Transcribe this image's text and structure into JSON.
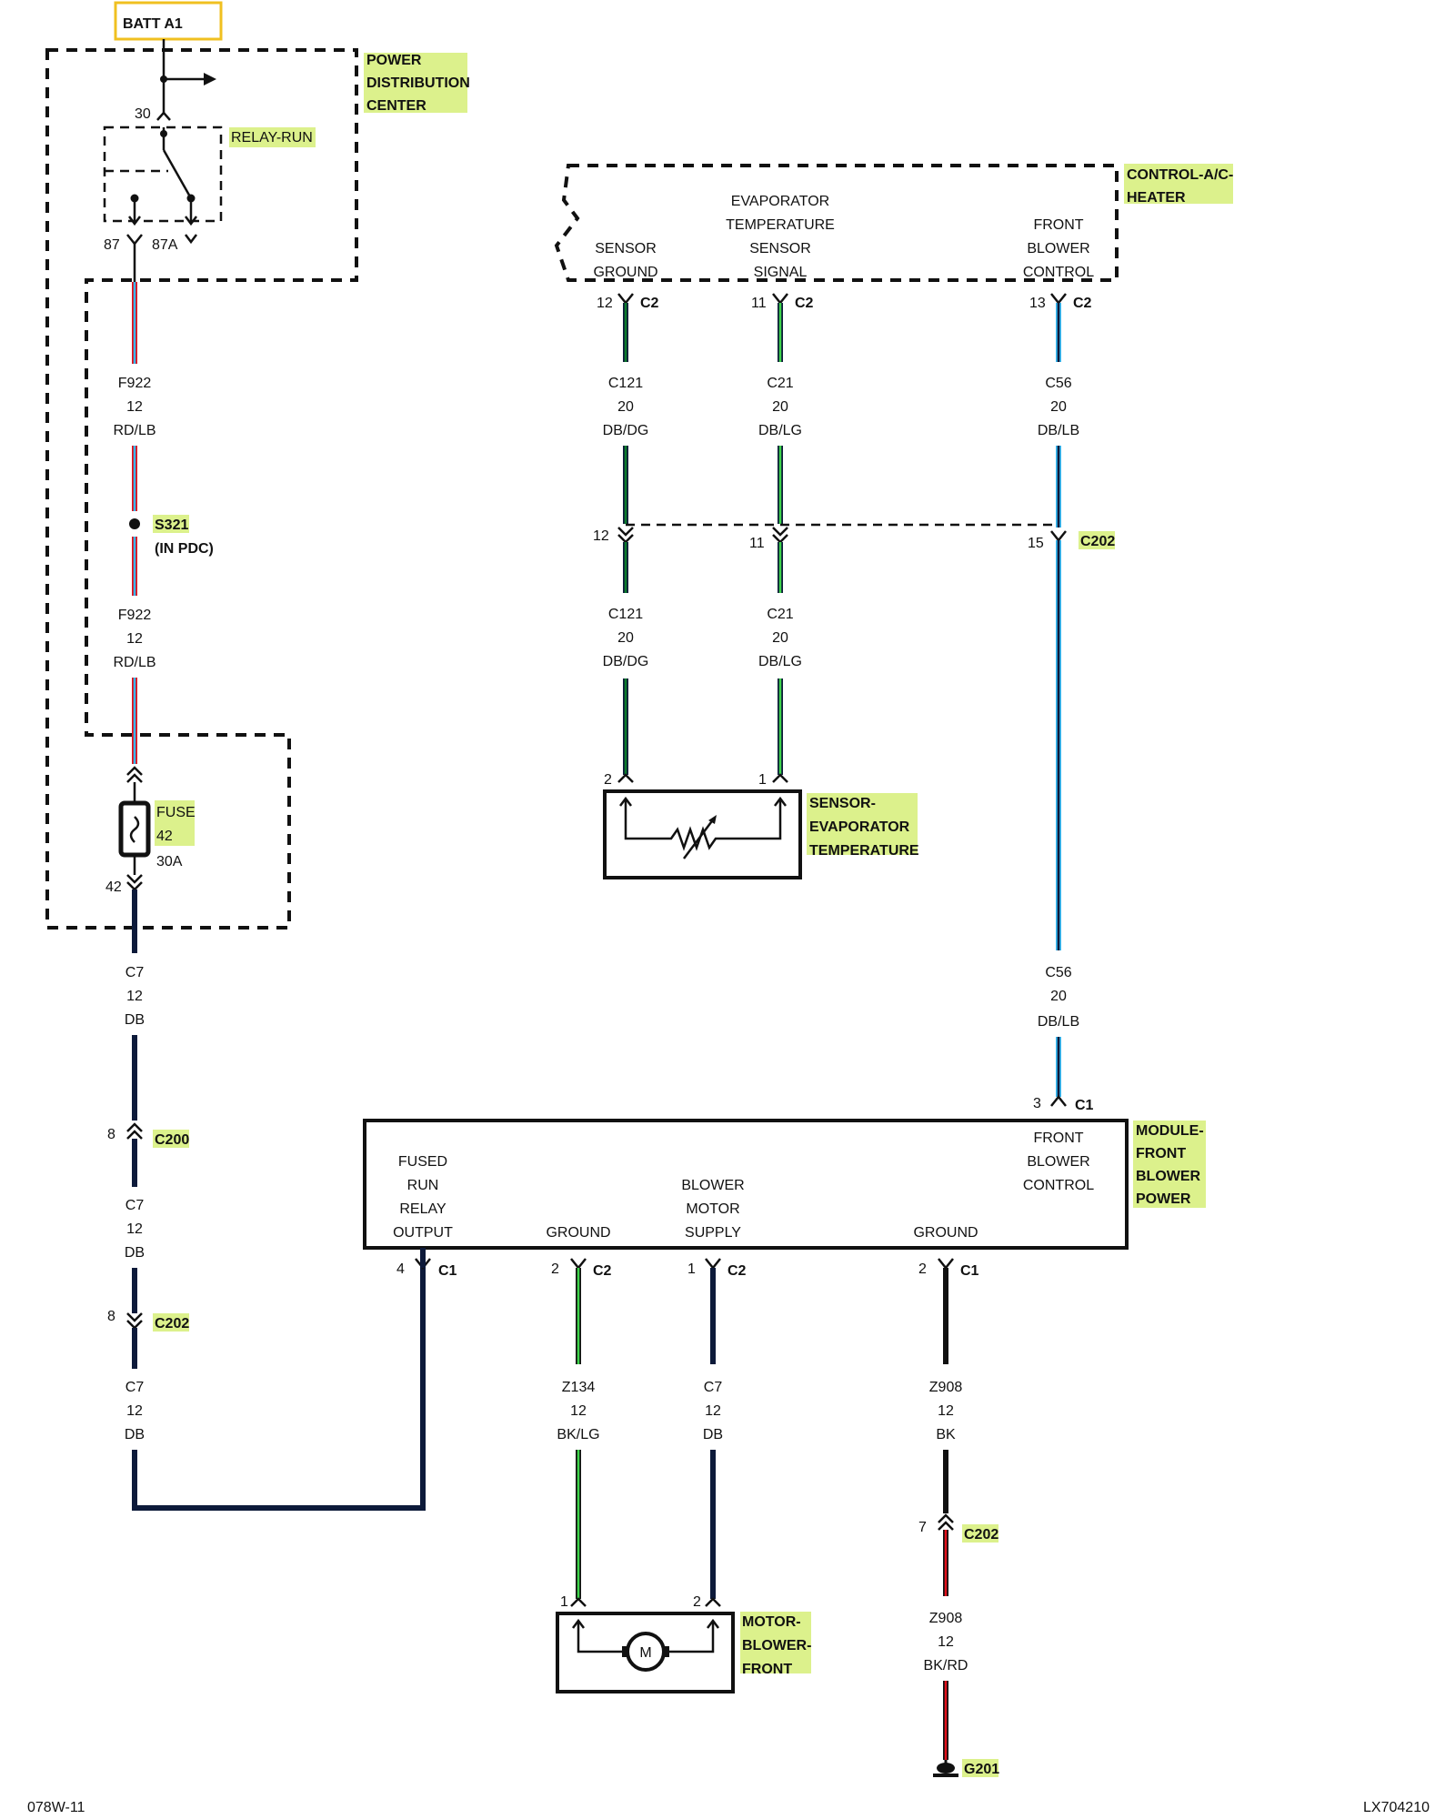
{
  "title": "BATT A1",
  "corner_left": "078W-11",
  "corner_right": "LX704210",
  "colors": {
    "DB": "#0d1a3a",
    "BK": "#111111",
    "RD": "#e0101a",
    "LB": "#38b8f0",
    "DG": "#0a7a2a",
    "LG": "#3dd34a",
    "highlight": "#d8f080",
    "batt_box": "#f0c020"
  },
  "components": {
    "pdc": {
      "label_lines": [
        "POWER",
        "DISTRIBUTION",
        "CENTER"
      ]
    },
    "relay": {
      "label": "RELAY-RUN",
      "pin_in": "30",
      "pin_no": "87",
      "pin_nc": "87A"
    },
    "splice": {
      "name": "S321",
      "note": "(IN PDC)"
    },
    "fuse": {
      "label_lines": [
        "FUSE",
        "42"
      ],
      "rating": "30A",
      "pin": "42"
    },
    "control": {
      "label_lines": [
        "CONTROL-A/C-",
        "HEATER"
      ],
      "pins": [
        {
          "lines": [
            "SENSOR",
            "GROUND"
          ],
          "pin": "12",
          "conn": "C2"
        },
        {
          "lines": [
            "EVAPORATOR",
            "TEMPERATURE",
            "SENSOR",
            "SIGNAL"
          ],
          "pin": "11",
          "conn": "C2"
        },
        {
          "lines": [
            "FRONT",
            "BLOWER",
            "CONTROL"
          ],
          "pin": "13",
          "conn": "C2"
        }
      ]
    },
    "sensor": {
      "label_lines": [
        "SENSOR-",
        "EVAPORATOR",
        "TEMPERATURE"
      ],
      "pin_a": "2",
      "pin_b": "1"
    },
    "module": {
      "label_lines": [
        "MODULE-",
        "FRONT",
        "BLOWER",
        "POWER"
      ],
      "pins": [
        {
          "lines": [
            "FUSED",
            "RUN",
            "RELAY",
            "OUTPUT"
          ],
          "pin": "4",
          "conn": "C1"
        },
        {
          "lines": [
            "GROUND"
          ],
          "pin": "2",
          "conn": "C2"
        },
        {
          "lines": [
            "BLOWER",
            "MOTOR",
            "SUPPLY"
          ],
          "pin": "1",
          "conn": "C2"
        },
        {
          "lines": [
            "GROUND"
          ],
          "pin": "2",
          "conn": "C1"
        },
        {
          "lines": [
            "FRONT",
            "BLOWER",
            "CONTROL"
          ],
          "pin": "3",
          "conn": "C1"
        }
      ]
    },
    "motor": {
      "label_lines": [
        "MOTOR-",
        "BLOWER-",
        "FRONT"
      ],
      "symbol": "M",
      "pin_a": "1",
      "pin_b": "2"
    },
    "ground": {
      "name": "G201"
    }
  },
  "connectors": {
    "c202_top": {
      "name": "C202",
      "pins": [
        "12",
        "11",
        "15"
      ]
    },
    "c200": {
      "name": "C200",
      "pin": "8"
    },
    "c202_left": {
      "name": "C202",
      "pin": "8"
    },
    "c202_ground": {
      "name": "C202",
      "pin": "7"
    }
  },
  "wires": [
    {
      "id": "f922_a",
      "circuit": "F922",
      "gauge": "12",
      "color": "RD/LB"
    },
    {
      "id": "f922_b",
      "circuit": "F922",
      "gauge": "12",
      "color": "RD/LB"
    },
    {
      "id": "c7_a",
      "circuit": "C7",
      "gauge": "12",
      "color": "DB"
    },
    {
      "id": "c7_b",
      "circuit": "C7",
      "gauge": "12",
      "color": "DB"
    },
    {
      "id": "c7_c",
      "circuit": "C7",
      "gauge": "12",
      "color": "DB"
    },
    {
      "id": "c121_a",
      "circuit": "C121",
      "gauge": "20",
      "color": "DB/DG"
    },
    {
      "id": "c121_b",
      "circuit": "C121",
      "gauge": "20",
      "color": "DB/DG"
    },
    {
      "id": "c21_a",
      "circuit": "C21",
      "gauge": "20",
      "color": "DB/LG"
    },
    {
      "id": "c21_b",
      "circuit": "C21",
      "gauge": "20",
      "color": "DB/LG"
    },
    {
      "id": "c56_a",
      "circuit": "C56",
      "gauge": "20",
      "color": "DB/LB"
    },
    {
      "id": "c56_b",
      "circuit": "C56",
      "gauge": "20",
      "color": "DB/LB"
    },
    {
      "id": "z134",
      "circuit": "Z134",
      "gauge": "12",
      "color": "BK/LG"
    },
    {
      "id": "c7_motor",
      "circuit": "C7",
      "gauge": "12",
      "color": "DB"
    },
    {
      "id": "z908_a",
      "circuit": "Z908",
      "gauge": "12",
      "color": "BK"
    },
    {
      "id": "z908_b",
      "circuit": "Z908",
      "gauge": "12",
      "color": "BK/RD"
    }
  ]
}
